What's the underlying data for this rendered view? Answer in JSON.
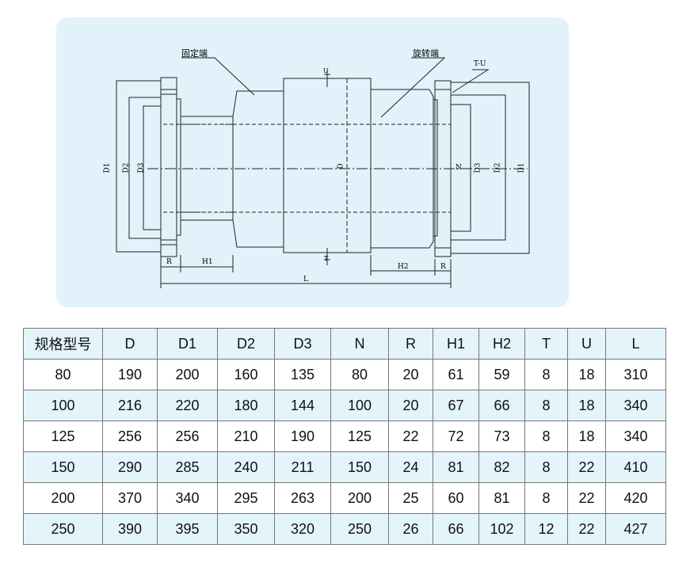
{
  "diagram": {
    "labels": {
      "fixed_end": "固定端",
      "rotating_end": "旋转端",
      "tu": "T-U",
      "t": "T",
      "u": "U",
      "d": "D",
      "d1": "D1",
      "d2": "D2",
      "d3": "D3",
      "n": "N",
      "r": "R",
      "h1": "H1",
      "h2": "H2",
      "l": "L"
    }
  },
  "table": {
    "headers": [
      "规格型号",
      "D",
      "D1",
      "D2",
      "D3",
      "N",
      "R",
      "H1",
      "H2",
      "T",
      "U",
      "L"
    ],
    "rows": [
      [
        "80",
        "190",
        "200",
        "160",
        "135",
        "80",
        "20",
        "61",
        "59",
        "8",
        "18",
        "310"
      ],
      [
        "100",
        "216",
        "220",
        "180",
        "144",
        "100",
        "20",
        "67",
        "66",
        "8",
        "18",
        "340"
      ],
      [
        "125",
        "256",
        "256",
        "210",
        "190",
        "125",
        "22",
        "72",
        "73",
        "8",
        "18",
        "340"
      ],
      [
        "150",
        "290",
        "285",
        "240",
        "211",
        "150",
        "24",
        "81",
        "82",
        "8",
        "22",
        "410"
      ],
      [
        "200",
        "370",
        "340",
        "295",
        "263",
        "200",
        "25",
        "60",
        "81",
        "8",
        "22",
        "420"
      ],
      [
        "250",
        "390",
        "395",
        "350",
        "320",
        "250",
        "26",
        "66",
        "102",
        "12",
        "22",
        "427"
      ]
    ]
  }
}
